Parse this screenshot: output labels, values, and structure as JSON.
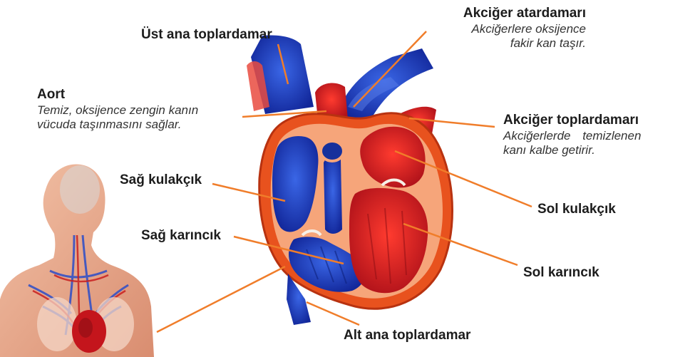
{
  "colors": {
    "leader_line": "#f07d2a",
    "label_text": "#1c1c1c",
    "deoxygenated": "#1f44c8",
    "oxygenated": "#d41e1e",
    "heart_wall": "#e8521e",
    "body_skin": "#e9a78a"
  },
  "labels": {
    "ust_ana_toplardamar": {
      "title": "Üst ana toplardamar"
    },
    "aort": {
      "title": "Aort",
      "desc_line1": "Temiz, oksijence zengin kanın",
      "desc_line2": "vücuda taşınmasını sağlar."
    },
    "akciger_atardamari": {
      "title": "Akciğer atardamarı",
      "desc_line1": "Akciğerlere oksijence",
      "desc_line2": "fakir kan taşır."
    },
    "akciger_toplardamari": {
      "title": "Akciğer toplardamarı",
      "desc_line1": "Akciğerlerde temizlenen",
      "desc_line2": "kanı kalbe getirir."
    },
    "sag_kulakcik": {
      "title": "Sağ kulakçık"
    },
    "sag_karincik": {
      "title": "Sağ karıncık"
    },
    "sol_kulakcik": {
      "title": "Sol kulakçık"
    },
    "sol_karincik": {
      "title": "Sol karıncık"
    },
    "alt_ana_toplardamar": {
      "title": "Alt ana toplardamar"
    }
  },
  "icons": {
    "heart": "heart-cross-section-icon",
    "body": "human-torso-circulation-icon"
  }
}
